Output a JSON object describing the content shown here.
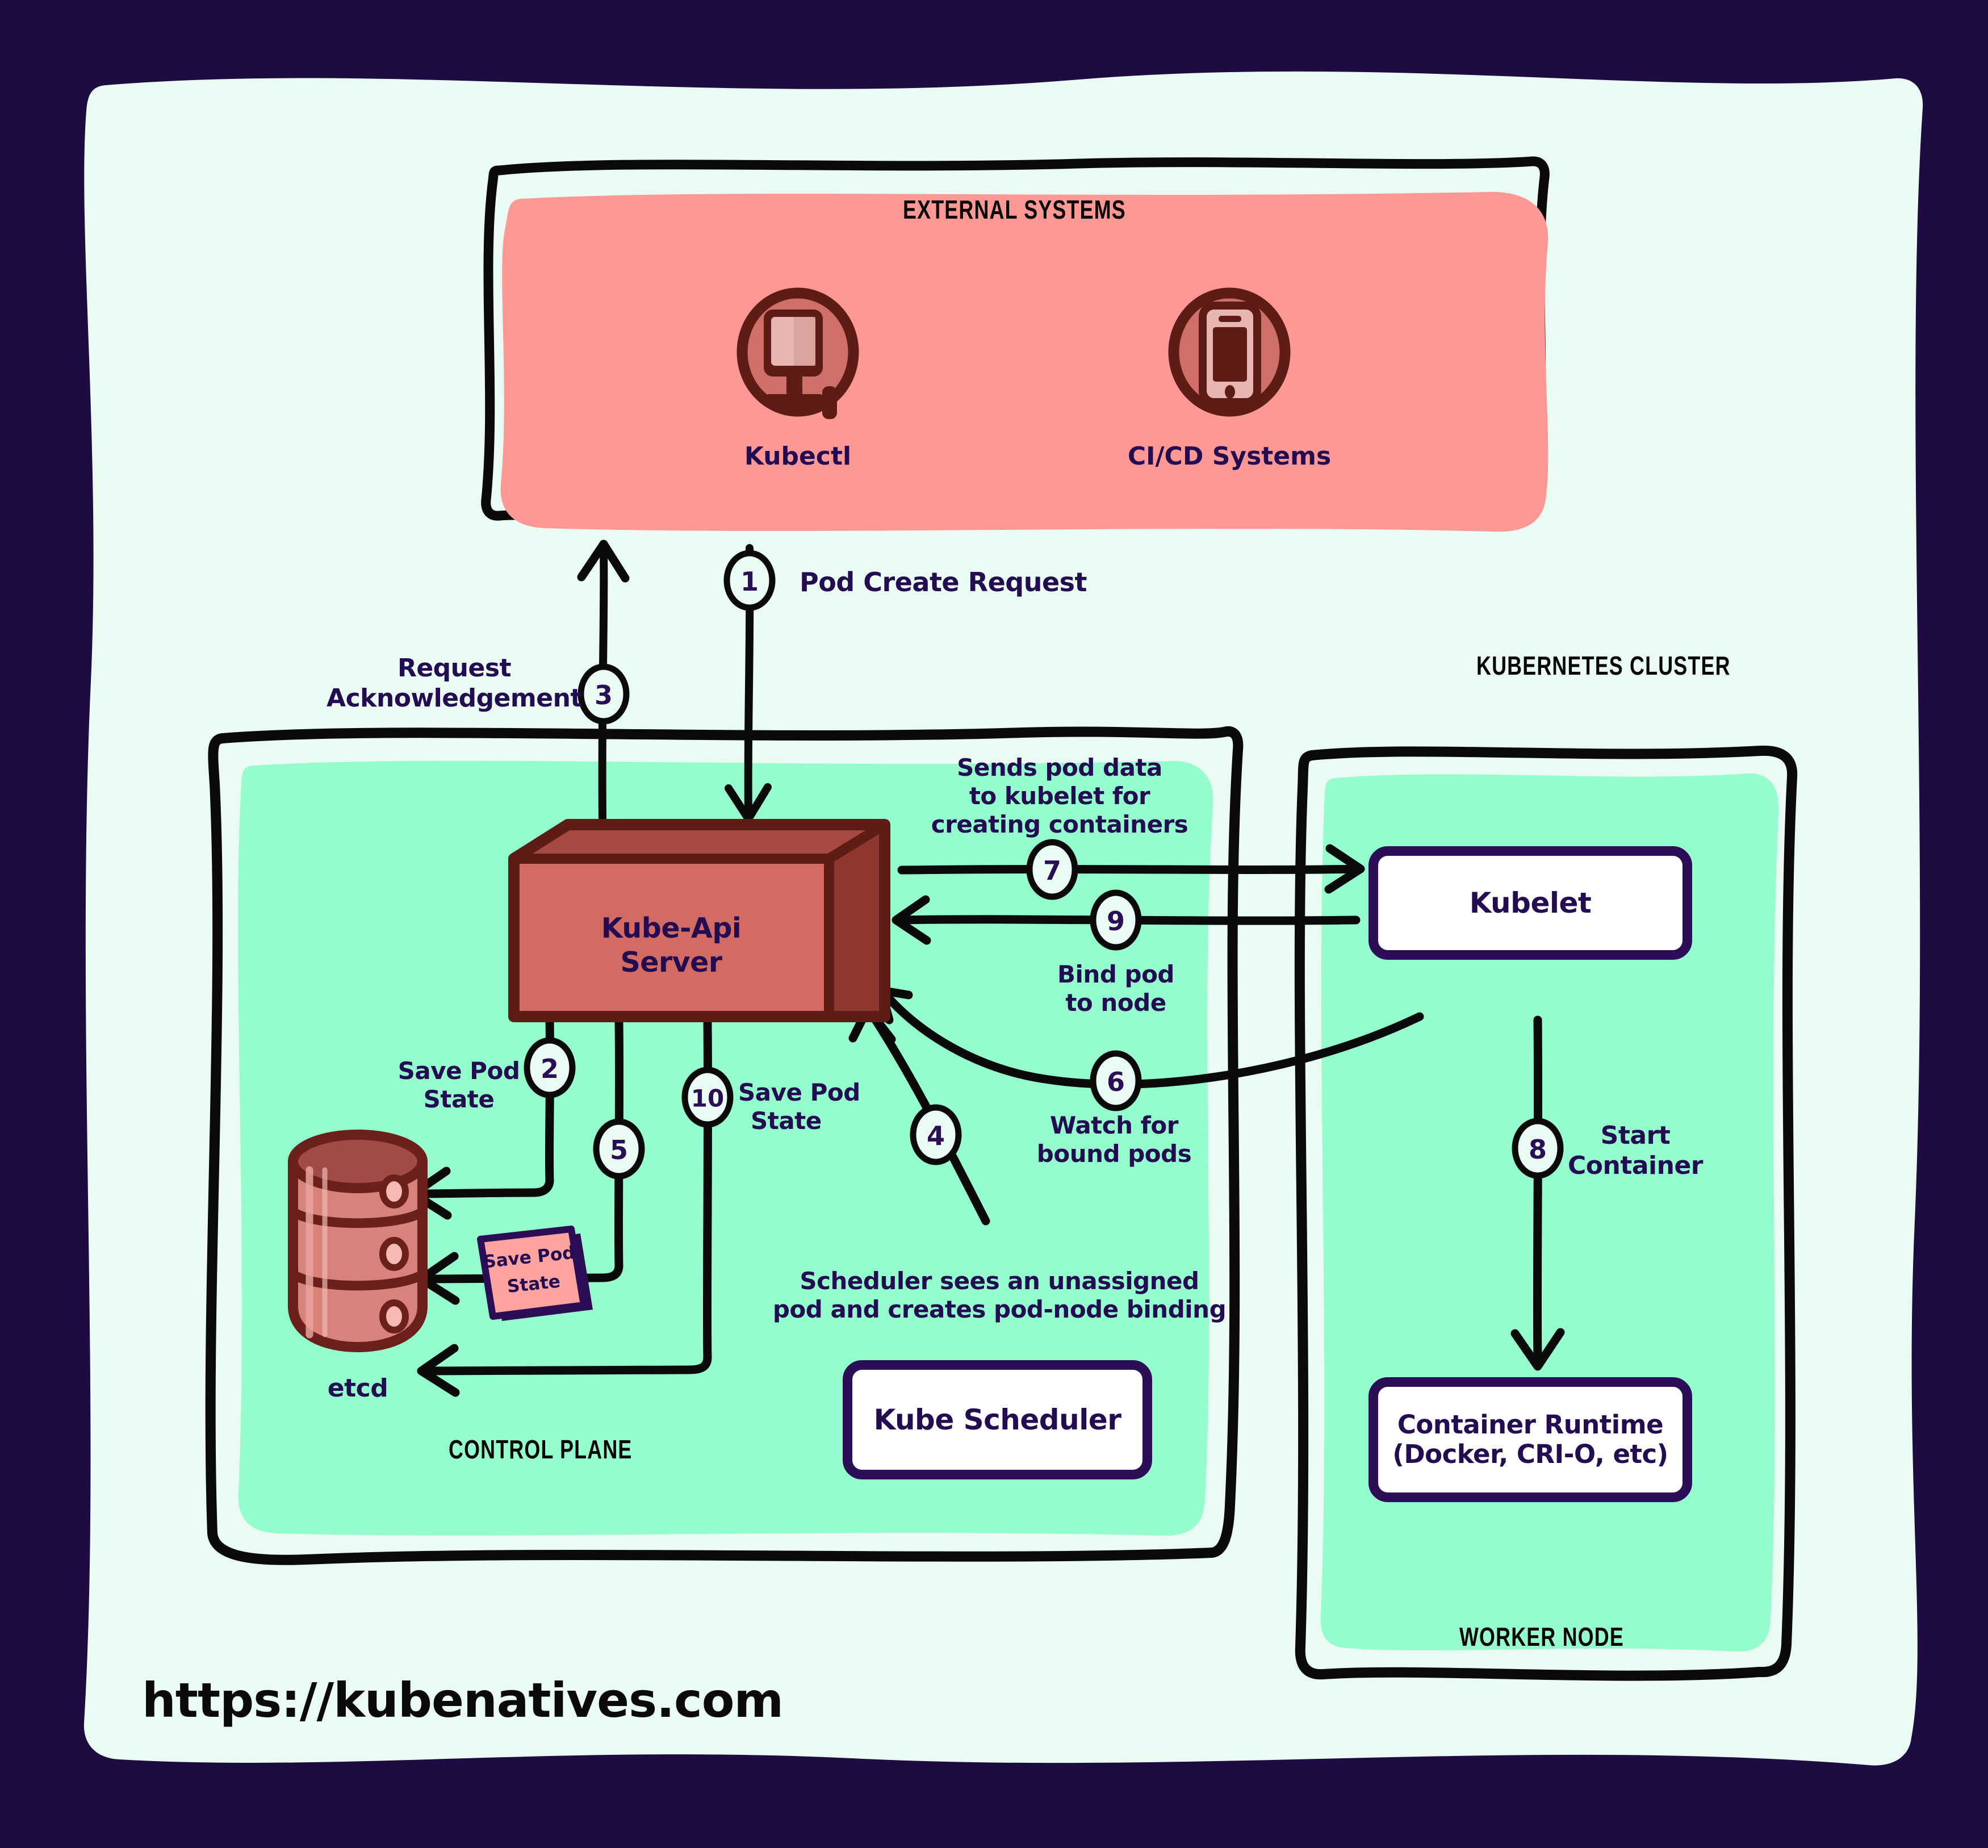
{
  "colors": {
    "page_background": "#1E0B41",
    "canvas": "#EAFBF3",
    "external_panel": "#FE9894",
    "cluster_panel": "#94FCCD",
    "ink": "#0A0A0A",
    "text_purple": "#230C52",
    "node_border": "#2B0E55",
    "node_fill": "#FFFFFF",
    "api_server_front": "#D46B63",
    "api_server_top": "#A64940",
    "api_server_side": "#8F3830",
    "api_server_outline": "#5E1C17",
    "etcd_body": "#D8827C",
    "etcd_top": "#A14B46",
    "etcd_outline": "#6B201B",
    "sticky_fill": "#FFA3A0"
  },
  "zones": {
    "external_systems": "EXTERNAL SYSTEMS",
    "kubernetes_cluster": "KUBERNETES CLUSTER",
    "control_plane": "CONTROL PLANE",
    "worker_node": "WORKER NODE"
  },
  "external": {
    "items": [
      {
        "icon": "desktop-monitor-icon",
        "label": "Kubectl"
      },
      {
        "icon": "mobile-phone-icon",
        "label": "CI/CD Systems"
      }
    ]
  },
  "control_plane": {
    "api_server": "Kube-Api\nServer",
    "api_server_line1": "Kube-Api",
    "api_server_line2": "Server",
    "etcd_label": "etcd",
    "sticky_note": "Save Pod\nState",
    "sticky_line1": "Save Pod",
    "sticky_line2": "State",
    "scheduler": "Kube Scheduler"
  },
  "worker_node": {
    "kubelet": "Kubelet",
    "container_runtime_line1": "Container Runtime",
    "container_runtime_line2": "(Docker, CRI-O, etc)"
  },
  "steps": [
    {
      "num": "1",
      "label": "Pod Create Request"
    },
    {
      "num": "2",
      "label": "Save Pod\nState"
    },
    {
      "num": "3",
      "label": "Request\nAcknowledgement"
    },
    {
      "num": "4",
      "label": "Scheduler sees an unassigned\npod and creates pod-node binding"
    },
    {
      "num": "5",
      "label": ""
    },
    {
      "num": "6",
      "label": "Watch for\nbound pods"
    },
    {
      "num": "7",
      "label": "Sends pod data\nto kubelet for\ncreating containers"
    },
    {
      "num": "8",
      "label": "Start\nContainer"
    },
    {
      "num": "9",
      "label": "Bind pod\nto node"
    },
    {
      "num": "10",
      "label": "Save Pod\nState"
    }
  ],
  "labels": {
    "pod_create_request": "Pod Create Request",
    "request_ack_line1": "Request",
    "request_ack_line2": "Acknowledgement",
    "save_pod_state_line1": "Save Pod",
    "save_pod_state_line2": "State",
    "sends_pod_line1": "Sends pod data",
    "sends_pod_line2": "to kubelet for",
    "sends_pod_line3": "creating containers",
    "bind_pod_line1": "Bind pod",
    "bind_pod_line2": "to node",
    "watch_line1": "Watch for",
    "watch_line2": "bound pods",
    "scheduler_line1": "Scheduler sees an unassigned",
    "scheduler_line2": "pod and creates pod-node binding",
    "start_container_line1": "Start",
    "start_container_line2": "Container",
    "save_pod_state_10_line1": "Save Pod",
    "save_pod_state_10_line2": "State"
  },
  "footer": {
    "url": "https://kubenatives.com"
  }
}
